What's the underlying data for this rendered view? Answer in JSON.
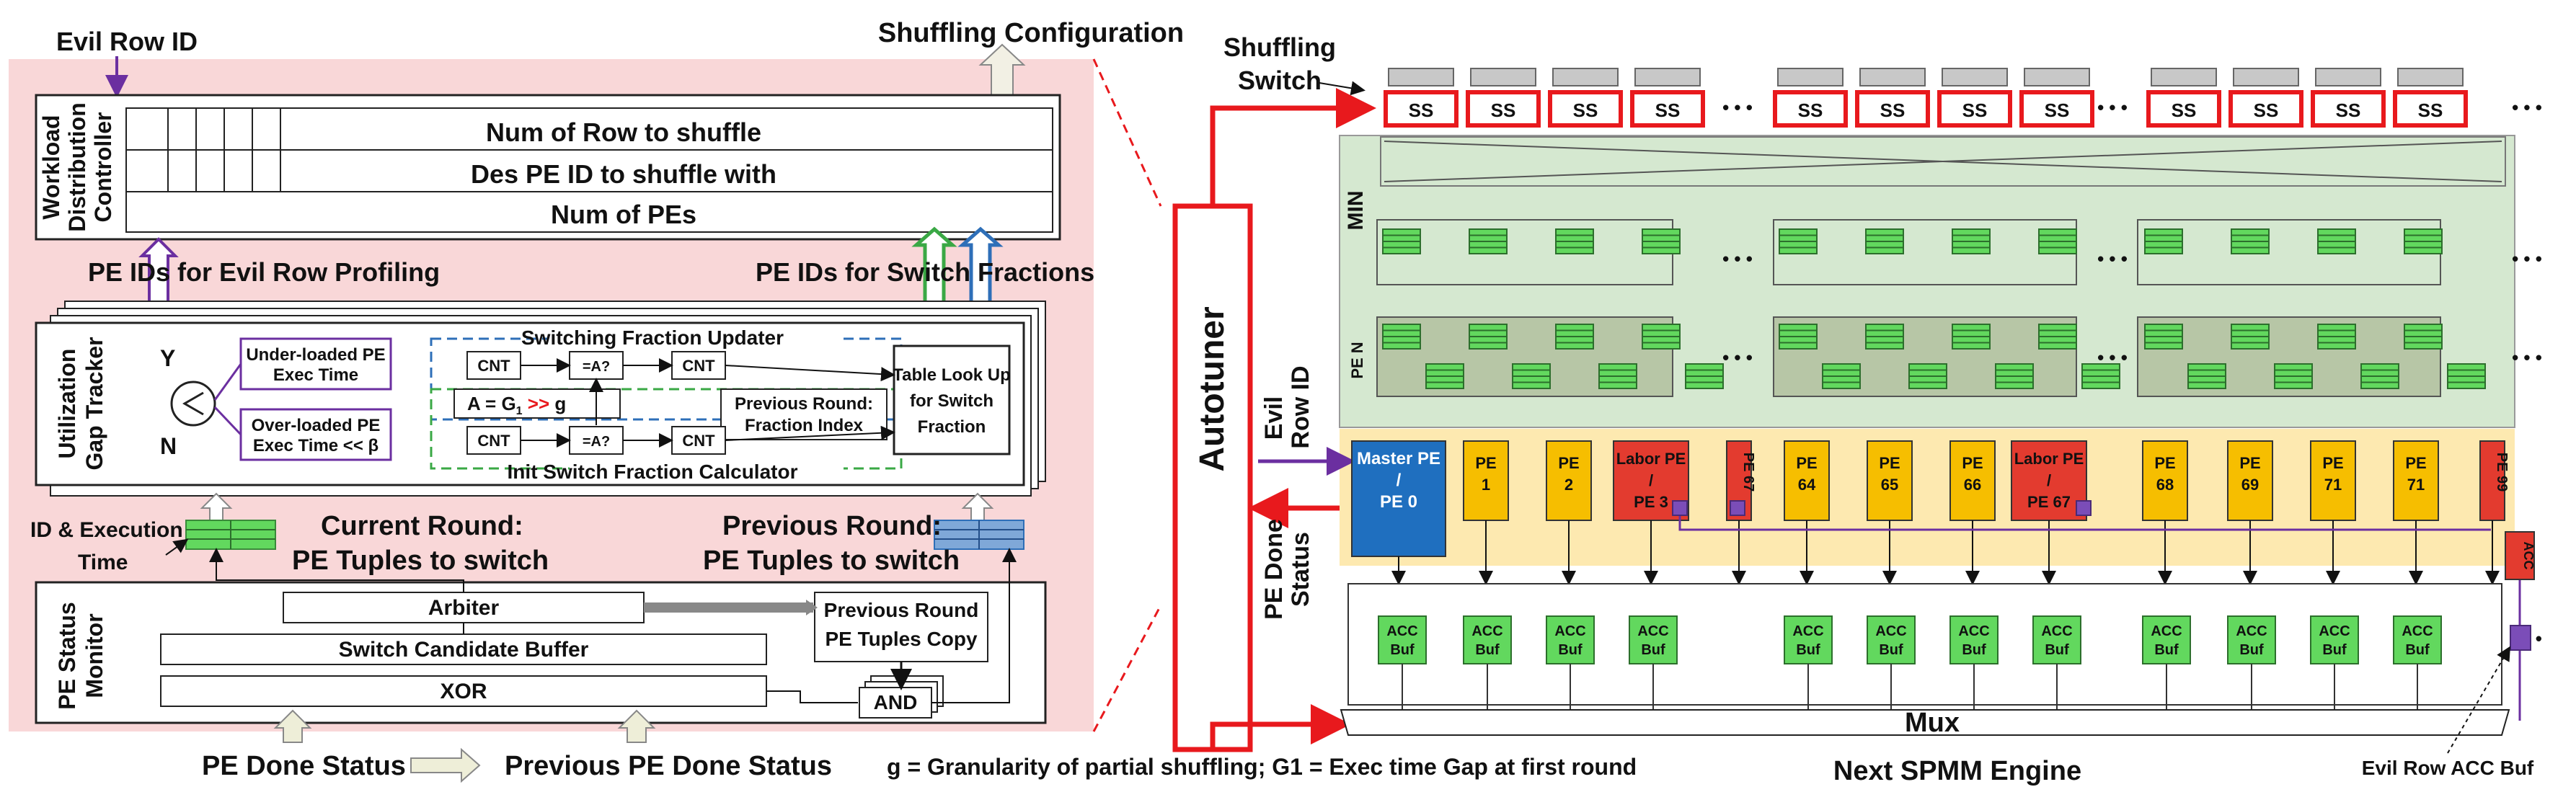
{
  "left": {
    "evil_row_id": "Evil Row ID",
    "shuffling_configuration": "Shuffling Configuration",
    "wdc": {
      "title_lines": [
        "Workload",
        "Distribution",
        "Controller"
      ],
      "row1": "Num of Row to shuffle",
      "row2": "Des PE ID to shuffle with",
      "row3": "Num of PEs"
    },
    "pe_ids_evil_row": "PE IDs for Evil Row Profiling",
    "pe_ids_switch": "PE IDs for Switch Fractions",
    "ugt": {
      "title_lines": [
        "Utilization",
        "Gap Tracker"
      ],
      "y": "Y",
      "n": "N",
      "underloaded": [
        "Under-loaded PE",
        "Exec Time"
      ],
      "overloaded": [
        "Over-loaded PE",
        "Exec Time << β"
      ],
      "switching_fraction_updater": "Switching Fraction Updater",
      "init_calc": "Init Switch Fraction Calculator",
      "cnt": "CNT",
      "eqa": "=A?",
      "formula_a": "A = G",
      "formula_sub": "1",
      "formula_op": " >> ",
      "formula_g": "g",
      "prev_round": "Previous Round:",
      "fraction_index": "Fraction Index",
      "table_lookup": [
        "Table Look Up",
        "for Switch",
        "Fraction"
      ]
    },
    "id_exec_time": [
      "ID & Execution",
      "Time"
    ],
    "current_round": "Current Round:",
    "current_round_sub": "PE Tuples to switch",
    "previous_round": "Previous Round:",
    "previous_round_sub": "PE Tuples to switch",
    "psm": {
      "title_lines": [
        "PE Status",
        "Monitor"
      ],
      "arbiter": "Arbiter",
      "switch_candidate_buffer": "Switch Candidate Buffer",
      "xor": "XOR",
      "prev_round_copy_1": "Previous Round",
      "prev_round_copy_2": "PE Tuples Copy",
      "and": "AND"
    },
    "pe_done_status": "PE Done Status",
    "previous_pe_done_status": "Previous PE Done Status"
  },
  "footnote": "g = Granularity of partial shuffling; G1 = Exec time Gap at first round",
  "right": {
    "shuffling_switch": [
      "Shuffling",
      "Switch"
    ],
    "ss": "SS",
    "autotuner": "Autotuner",
    "min": "MIN",
    "pen": "PE N",
    "evil_row_id": [
      "Evil",
      "Row ID"
    ],
    "pe_done_status": [
      "PE Done",
      "Status"
    ],
    "master_pe": [
      "Master PE",
      "/",
      "PE 0"
    ],
    "pe_labels": [
      [
        "PE",
        "1"
      ],
      [
        "PE",
        "2"
      ],
      [
        "Labor PE",
        "/",
        "PE 3"
      ],
      [
        "PE 67"
      ],
      [
        "PE",
        "64"
      ],
      [
        "PE",
        "65"
      ],
      [
        "PE",
        "66"
      ],
      [
        "Labor PE",
        "/",
        "PE 67"
      ],
      [
        "PE",
        "68"
      ],
      [
        "PE",
        "69"
      ],
      [
        "PE",
        "71"
      ],
      [
        "PE",
        "71"
      ],
      [
        "PE 99"
      ]
    ],
    "acc": "ACC",
    "acc_buf": [
      "ACC",
      "Buf"
    ],
    "mux": "Mux",
    "next_spmm": "Next SPMM Engine",
    "evil_row_acc_buf": "Evil Row ACC Buf",
    "ellipsis": "• • •"
  },
  "colors": {
    "pink_bg": "#f9d7d8",
    "green_bg": "#d5e8d0",
    "yellow_bg": "#fde9b0",
    "red": "#e8191d",
    "purple": "#6b2fa0",
    "green_arrow": "#3aa845",
    "blue_arrow": "#2e6fb8",
    "pe_yellow": "#f6be00",
    "master_blue": "#1f6fbf",
    "labor_red": "#e33b2f",
    "acc_green": "#62d85e"
  }
}
